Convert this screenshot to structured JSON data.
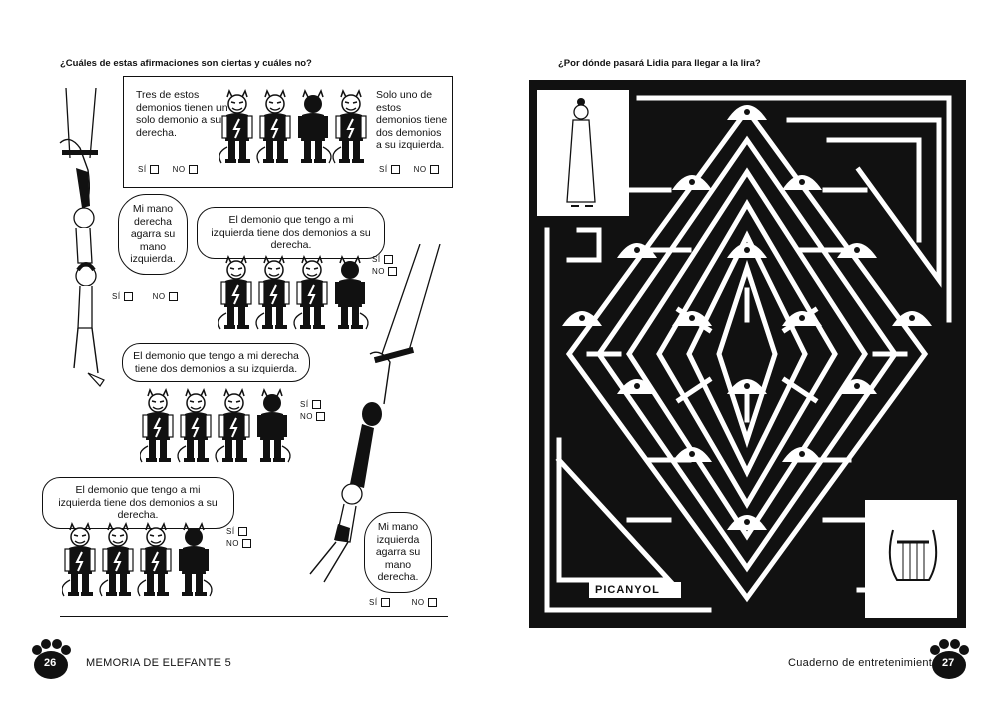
{
  "left_page": {
    "question": "¿Cuáles de estas afirmaciones son ciertas y cuáles no?",
    "box": {
      "left_text": "Tres de estos demonios tienen un solo demonio a su derecha.",
      "right_text": "Solo uno de estos demonios tiene dos demonios a su izquierda.",
      "si": "SÍ",
      "no": "NO"
    },
    "speech_top_left": "Mi mano derecha agarra su mano izquierda.",
    "statement_1": "El demonio que tengo a mi izquierda tiene dos demonios a su derecha.",
    "statement_2": "El demonio que tengo a mi derecha tiene dos demonios a su izquierda.",
    "statement_3": "El demonio que tengo a mi izquierda tiene dos demonios a su derecha.",
    "speech_bottom_right": "Mi mano izquierda agarra su mano derecha.",
    "si": "SÍ",
    "no": "NO",
    "page_number": "26",
    "footer": "MEMORIA DE ELEFANTE 5"
  },
  "right_page": {
    "question": "¿Por dónde pasará Lidia para llegar a la lira?",
    "signature": "PICANYOL",
    "page_number": "27",
    "footer": "Cuaderno de entretenimiento"
  }
}
